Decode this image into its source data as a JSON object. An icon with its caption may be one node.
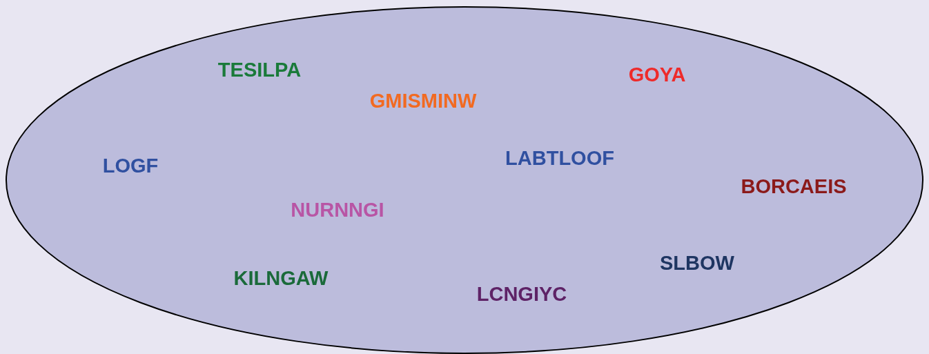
{
  "diagram": {
    "labels": [
      "TESILPA",
      "GOYA",
      "GMISMINW",
      "LABTLOOF",
      "LOGF",
      "BORCAEIS",
      "NURNNGI",
      "SLBOW",
      "KILNGAW",
      "LCNGIYC"
    ]
  }
}
